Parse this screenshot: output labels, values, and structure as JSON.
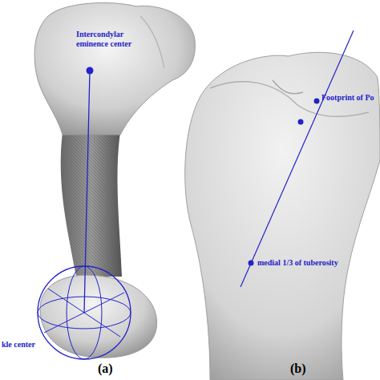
{
  "diagram": {
    "labels": [
      "Intercondylar eminence center",
      "kle center",
      "Footprint of Po",
      "medial 1/3 of tuberosity",
      "(a)",
      "(b)"
    ]
  }
}
